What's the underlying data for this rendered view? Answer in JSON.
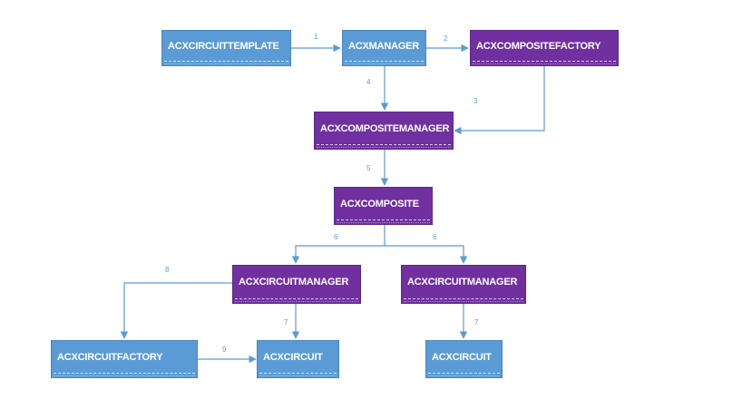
{
  "colors": {
    "class_blue": "#5b9bd5",
    "class_purple": "#7030a0",
    "connector": "#5b9bd5"
  },
  "nodes": {
    "template": {
      "label": "ACXCIRCUITTEMPLATE"
    },
    "manager": {
      "label": "ACXMANAGER"
    },
    "composite_factory": {
      "label": "ACXCOMPOSITEFACTORY"
    },
    "composite_manager": {
      "label": "ACXCOMPOSITEMANAGER"
    },
    "composite": {
      "label": "ACXCOMPOSITE"
    },
    "circuit_manager_left": {
      "label": "ACXCIRCUITMANAGER"
    },
    "circuit_manager_right": {
      "label": "ACXCIRCUITMANAGER"
    },
    "circuit_factory": {
      "label": "ACXCIRCUITFACTORY"
    },
    "circuit_left": {
      "label": "ACXCIRCUIT"
    },
    "circuit_right": {
      "label": "ACXCIRCUIT"
    }
  },
  "edges": [
    {
      "from": "template",
      "to": "manager",
      "label": "1"
    },
    {
      "from": "manager",
      "to": "composite_factory",
      "label": "2"
    },
    {
      "from": "composite_factory",
      "to": "composite_manager",
      "label": "3"
    },
    {
      "from": "manager",
      "to": "composite_manager",
      "label": "4"
    },
    {
      "from": "composite_manager",
      "to": "composite",
      "label": "5"
    },
    {
      "from": "composite",
      "to": "circuit_manager_left",
      "label": "6"
    },
    {
      "from": "composite",
      "to": "circuit_manager_right",
      "label": "6"
    },
    {
      "from": "circuit_manager_left",
      "to": "circuit_left",
      "label": "7"
    },
    {
      "from": "circuit_manager_right",
      "to": "circuit_right",
      "label": "7"
    },
    {
      "from": "circuit_manager_left",
      "to": "circuit_factory",
      "label": "8"
    },
    {
      "from": "circuit_factory",
      "to": "circuit_left",
      "label": "9"
    }
  ]
}
